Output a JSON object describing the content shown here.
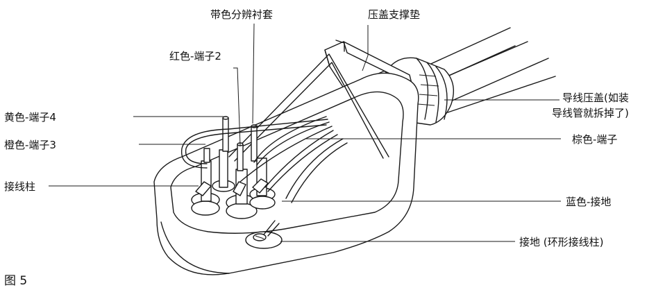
{
  "figure_label": "图 5",
  "labels": {
    "colored_sleeves": "带色分辨衬套",
    "cover_support_pad": "压盖支撑垫",
    "red_terminal_2": "红色-端子2",
    "gland_line1": "导线压盖(如装",
    "gland_line2": "导线管就拆掉了)",
    "yellow_terminal_4": "黄色-端子4",
    "orange_terminal_3": "橙色-端子3",
    "brown_terminal": "棕色-端子",
    "terminal_post": "接线柱",
    "blue_ground": "蓝色-接地",
    "ground_ring": "接地 (环形接线柱)"
  }
}
